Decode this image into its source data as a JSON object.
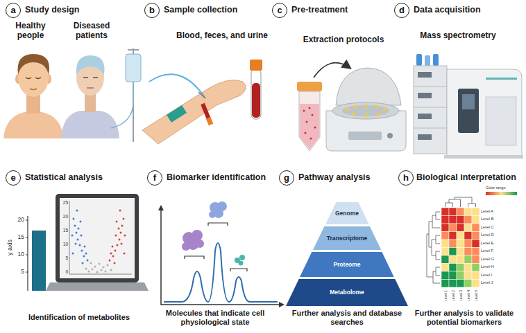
{
  "diagram": {
    "nodes": [
      {
        "text": [
          "a"
        ]
      },
      {
        "text": [
          "b"
        ]
      },
      {
        "text": [
          "c"
        ]
      },
      {
        "text": [
          "d"
        ]
      },
      {
        "text": [
          "e"
        ]
      },
      {
        "text": [
          "f"
        ]
      },
      {
        "text": [
          "g"
        ]
      },
      {
        "text": [
          "Genome"
        ]
      },
      {
        "text": [
          "Transcriptome"
        ]
      },
      {
        "text": [
          "Proteome"
        ]
      },
      {
        "text": [
          "Metabolome"
        ]
      },
      {
        "text": [
          "h"
        ]
      }
    ],
    "labels": [
      "Study design",
      "Healthy people",
      "Diseased patients",
      "Sample collection",
      "Blood, feces, and urine",
      "Pre-treatment",
      "Extraction protocols",
      "Data acquisition",
      "Mass spectrometry",
      "Statistical analysis",
      "20",
      "15",
      "10",
      "5",
      "y axis",
      "25",
      "20",
      "15",
      "10",
      "5",
      "0",
      "Identification of metabolites",
      "Biomarker identification",
      "Molecules that indicate cell physiological state",
      "Pathway analysis",
      "Further analysis and database searches",
      "Biological interpretation",
      "Color range",
      "Level A",
      "Level B",
      "Level C",
      "Level D",
      "Level E",
      "Level F",
      "Level G",
      "Level H",
      "Level I",
      "Level J",
      "Level 1",
      "Level 2",
      "Level 3",
      "Level 4",
      "Level 5",
      "Further analysis to validate potential biomarkers"
    ]
  }
}
